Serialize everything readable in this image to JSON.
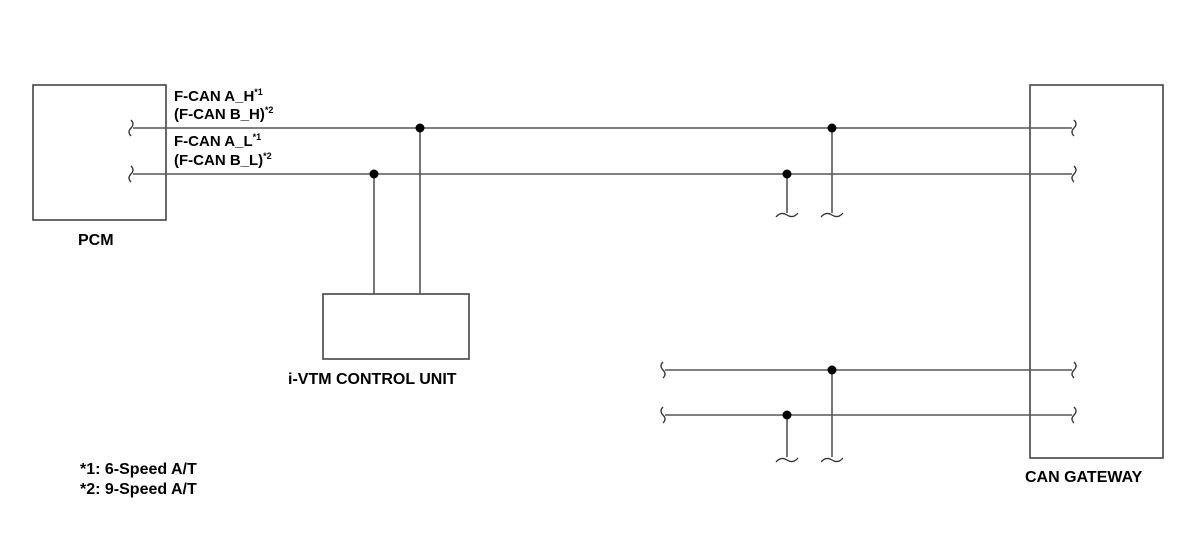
{
  "components": {
    "pcm": "PCM",
    "ivtm": "i-VTM CONTROL UNIT",
    "gateway": "CAN GATEWAY"
  },
  "signals": {
    "high": {
      "primary": "F-CAN A_H",
      "primary_ref": "*1",
      "alternate": "(F-CAN B_H)",
      "alternate_ref": "*2"
    },
    "low": {
      "primary": "F-CAN A_L",
      "primary_ref": "*1",
      "alternate": "(F-CAN B_L)",
      "alternate_ref": "*2"
    }
  },
  "notes": [
    "*1: 6-Speed A/T",
    "*2: 9-Speed A/T"
  ]
}
